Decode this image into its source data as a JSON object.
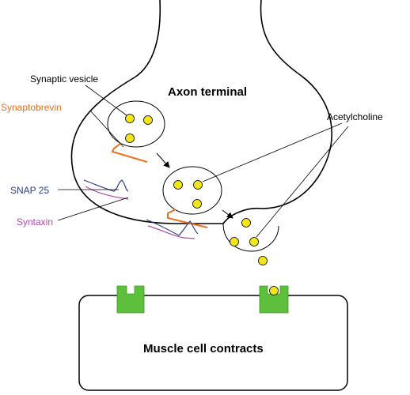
{
  "labels": {
    "synaptic_vesicle": "Synaptic vesicle",
    "axon_terminal": "Axon terminal",
    "synaptobrevin": "Synaptobrevin",
    "acetylcholine": "Acetylcholine",
    "snap25": "SNAP 25",
    "syntaxin": "Syntaxin",
    "muscle_cell": "Muscle cell contracts"
  },
  "colors": {
    "synaptobrevin": "#e8701e",
    "snap25": "#2d3f80",
    "syntaxin": "#b04ab0",
    "acetylcholine": "#f2e61a",
    "receptor": "#5dbf3c",
    "outline": "#000000"
  }
}
